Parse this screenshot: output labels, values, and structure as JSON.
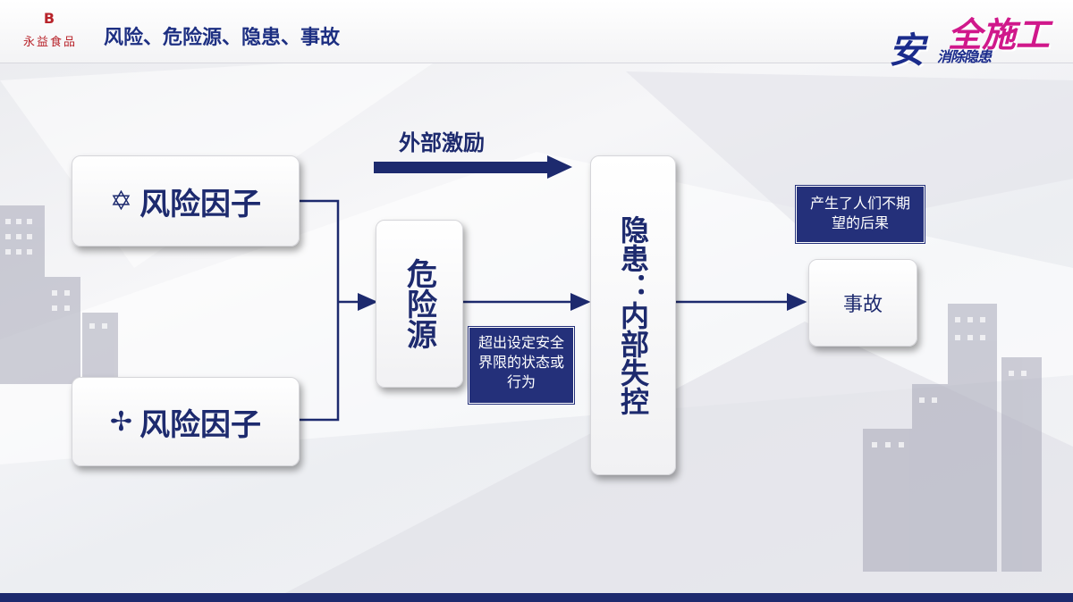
{
  "header": {
    "title": "风险、危险源、隐患、事故",
    "logo_mark": "B",
    "logo_text": "永益食品",
    "badge": {
      "big": "安",
      "top": "全施工",
      "sub": "消除隐患"
    }
  },
  "diagram": {
    "factor_1": {
      "symbol": "✡",
      "label": "风险因子"
    },
    "factor_2": {
      "symbol": "✢",
      "label": "风险因子"
    },
    "hazard_source": "危险源",
    "external_stimulus": "外部激励",
    "hazard_note": "超出设定安全界限的状态或行为",
    "hidden_danger": "隐患：内部失控",
    "consequence_note": "产生了人们不期望的后果",
    "accident": "事故"
  },
  "colors": {
    "navy": "#1d2a6e",
    "box_fill": "#24307a",
    "brand_red": "#b8242b",
    "badge_pink": "#d0188b"
  }
}
